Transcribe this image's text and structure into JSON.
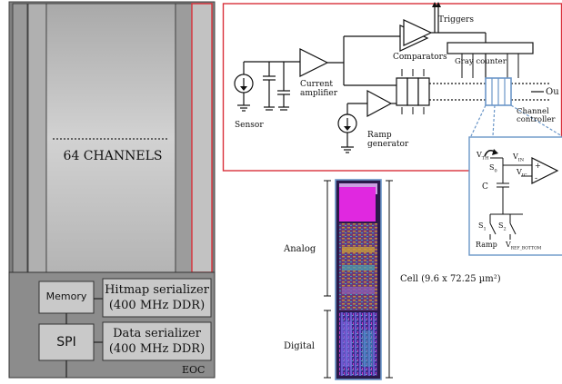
{
  "chip": {
    "channels_label": "64 CHANNELS",
    "eoc_label": "EOC",
    "blocks": {
      "memory": "Memory",
      "spi": "SPI",
      "hitmap_line1": "Hitmap serializer",
      "hitmap_line2": "(400 MHz DDR)",
      "data_line1": "Data serializer",
      "data_line2": "(400 MHz DDR)"
    }
  },
  "schematic": {
    "triggers": "Triggers",
    "comparators": "Comparators",
    "gray_counter": "Gray counter",
    "current_amp_line1": "Current",
    "current_amp_line2": "amplifier",
    "sensor": "Sensor",
    "ramp_gen_line1": "Ramp",
    "ramp_gen_line2": "generator",
    "channel_ctrl_line1": "Channel",
    "channel_ctrl_line2": "controller",
    "output_clip": "Ou"
  },
  "comparator_detail": {
    "v_th": "V",
    "v_th_sub": "TH",
    "v_in": "V",
    "v_in_sub": "IN",
    "v_ic": "V",
    "v_ic_sub": "IC",
    "s0": "S",
    "s0_sub": "0",
    "c": "C",
    "s1": "S",
    "s1_sub": "1",
    "s2": "S",
    "s2_sub": "2",
    "ramp": "Ramp",
    "v_ref": "V",
    "v_ref_sub": "REF_BOTTOM"
  },
  "layout_labels": {
    "analog": "Analog",
    "digital": "Digital",
    "cell": "Cell (9.6 x 72.25 µm²)"
  },
  "colors": {
    "panel_dark": "#8a8a8a",
    "panel_light": "#c8c8c8",
    "highlight_red": "#d9303a",
    "detail_blue": "#6a96c8",
    "layout_magenta": "#e028e0",
    "layout_purple": "#5a2a8a"
  }
}
